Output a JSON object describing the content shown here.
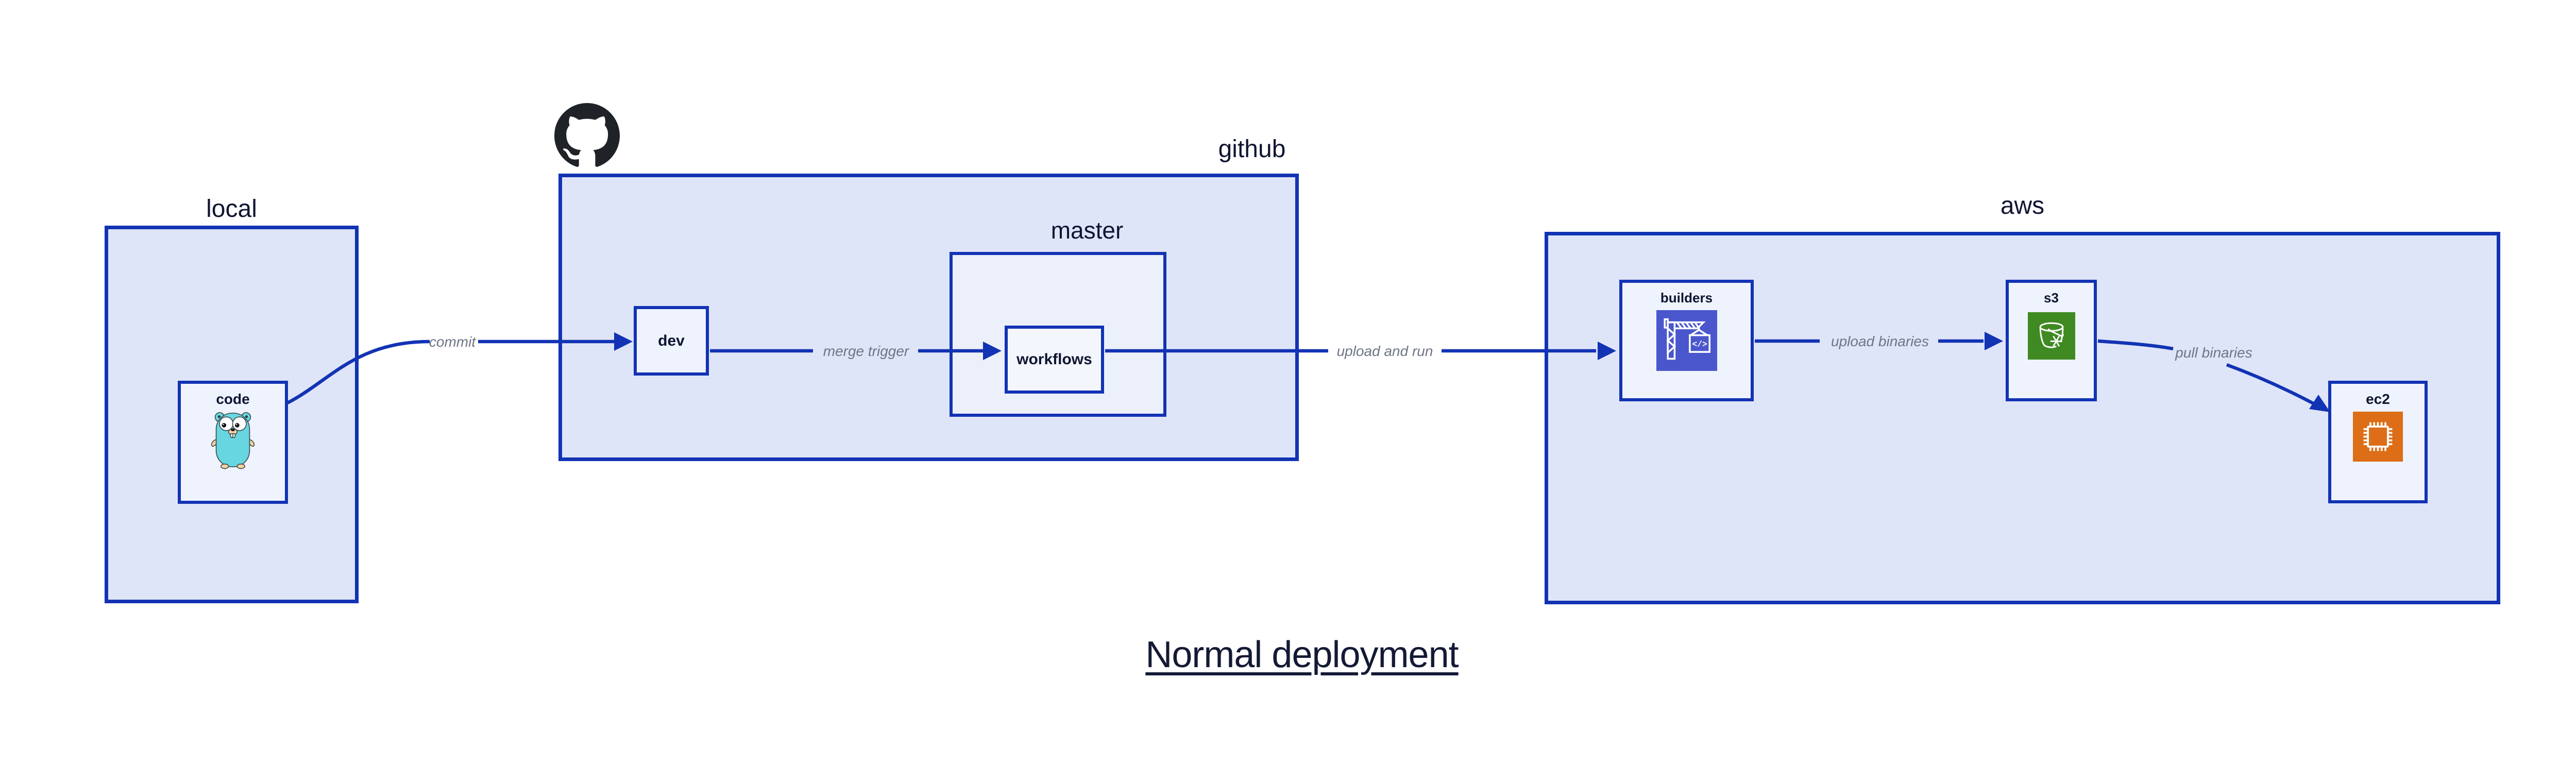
{
  "title": "Normal deployment",
  "colors": {
    "border_blue": "#1233b4",
    "container_fill": "#dfe5f8",
    "master_fill": "#ecf0fb",
    "node_fill": "#eff3fd",
    "label_navy": "#0f1532",
    "edge_label_gray": "#6e7585",
    "github_black": "#1f2328",
    "codebuild_indigo": "#4a57cc",
    "glacier_green": "#3f8a22",
    "ec2_orange": "#dd6e17",
    "gopher_teal": "#67d6e0"
  },
  "groups": {
    "local": {
      "label": "local"
    },
    "github": {
      "label": "github",
      "logo_icon": "github-octocat-logo"
    },
    "master": {
      "label": "master"
    },
    "aws": {
      "label": "aws"
    }
  },
  "nodes": {
    "code": {
      "label": "code",
      "icon": "go-gopher-icon"
    },
    "dev": {
      "label": "dev"
    },
    "workflows": {
      "label": "workflows"
    },
    "builders": {
      "label": "builders",
      "icon": "aws-codebuild-crane-icon",
      "icon_glyph": "</>"
    },
    "s3": {
      "label": "s3",
      "icon": "aws-s3-glacier-bucket-icon"
    },
    "ec2": {
      "label": "ec2",
      "icon": "aws-ec2-chip-icon"
    }
  },
  "edges": [
    {
      "id": "commit",
      "label": "commit",
      "from": "code",
      "to": "dev"
    },
    {
      "id": "merge-trigger",
      "label": "merge trigger",
      "from": "dev",
      "to": "workflows"
    },
    {
      "id": "upload-and-run",
      "label": "upload and run",
      "from": "workflows",
      "to": "builders"
    },
    {
      "id": "upload-binaries",
      "label": "upload binaries",
      "from": "builders",
      "to": "s3"
    },
    {
      "id": "pull-binaries",
      "label": "pull binaries",
      "from": "s3",
      "to": "ec2"
    }
  ]
}
